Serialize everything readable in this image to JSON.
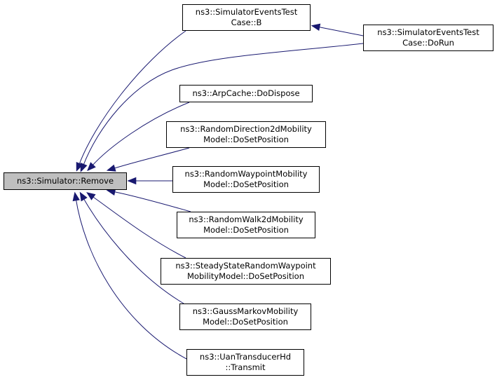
{
  "graph": {
    "edge_color": "#191970",
    "root": {
      "lines": [
        "ns3::Simulator::Remove"
      ],
      "fill": "#bfbfbf"
    },
    "callers": [
      {
        "id": "simulator-events-test-case-b",
        "lines": [
          "ns3::SimulatorEventsTest",
          "Case::B"
        ]
      },
      {
        "id": "arp-cache-do-dispose",
        "lines": [
          "ns3::ArpCache::DoDispose"
        ]
      },
      {
        "id": "random-direction-2d-do-set-position",
        "lines": [
          "ns3::RandomDirection2dMobility",
          "Model::DoSetPosition"
        ]
      },
      {
        "id": "random-waypoint-do-set-position",
        "lines": [
          "ns3::RandomWaypointMobility",
          "Model::DoSetPosition"
        ]
      },
      {
        "id": "random-walk-2d-do-set-position",
        "lines": [
          "ns3::RandomWalk2dMobility",
          "Model::DoSetPosition"
        ]
      },
      {
        "id": "steady-state-random-waypoint-do-set-position",
        "lines": [
          "ns3::SteadyStateRandomWaypoint",
          "MobilityModel::DoSetPosition"
        ]
      },
      {
        "id": "gauss-markov-do-set-position",
        "lines": [
          "ns3::GaussMarkovMobility",
          "Model::DoSetPosition"
        ]
      },
      {
        "id": "uan-transducer-hd-transmit",
        "lines": [
          "ns3::UanTransducerHd",
          "::Transmit"
        ]
      },
      {
        "id": "simulator-events-test-case-do-run",
        "lines": [
          "ns3::SimulatorEventsTest",
          "Case::DoRun"
        ]
      }
    ]
  }
}
